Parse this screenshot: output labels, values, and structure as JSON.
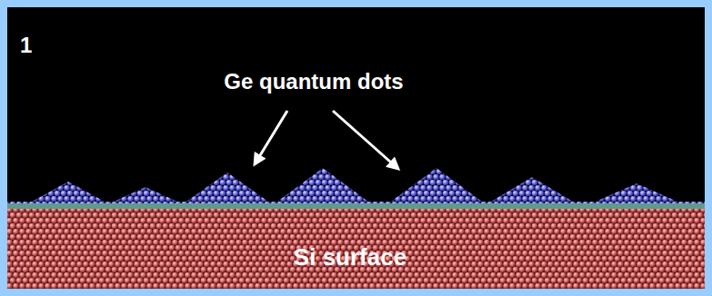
{
  "diagram": {
    "labels": [
      "1",
      "Ge quantum dots",
      "Si surface"
    ]
  }
}
